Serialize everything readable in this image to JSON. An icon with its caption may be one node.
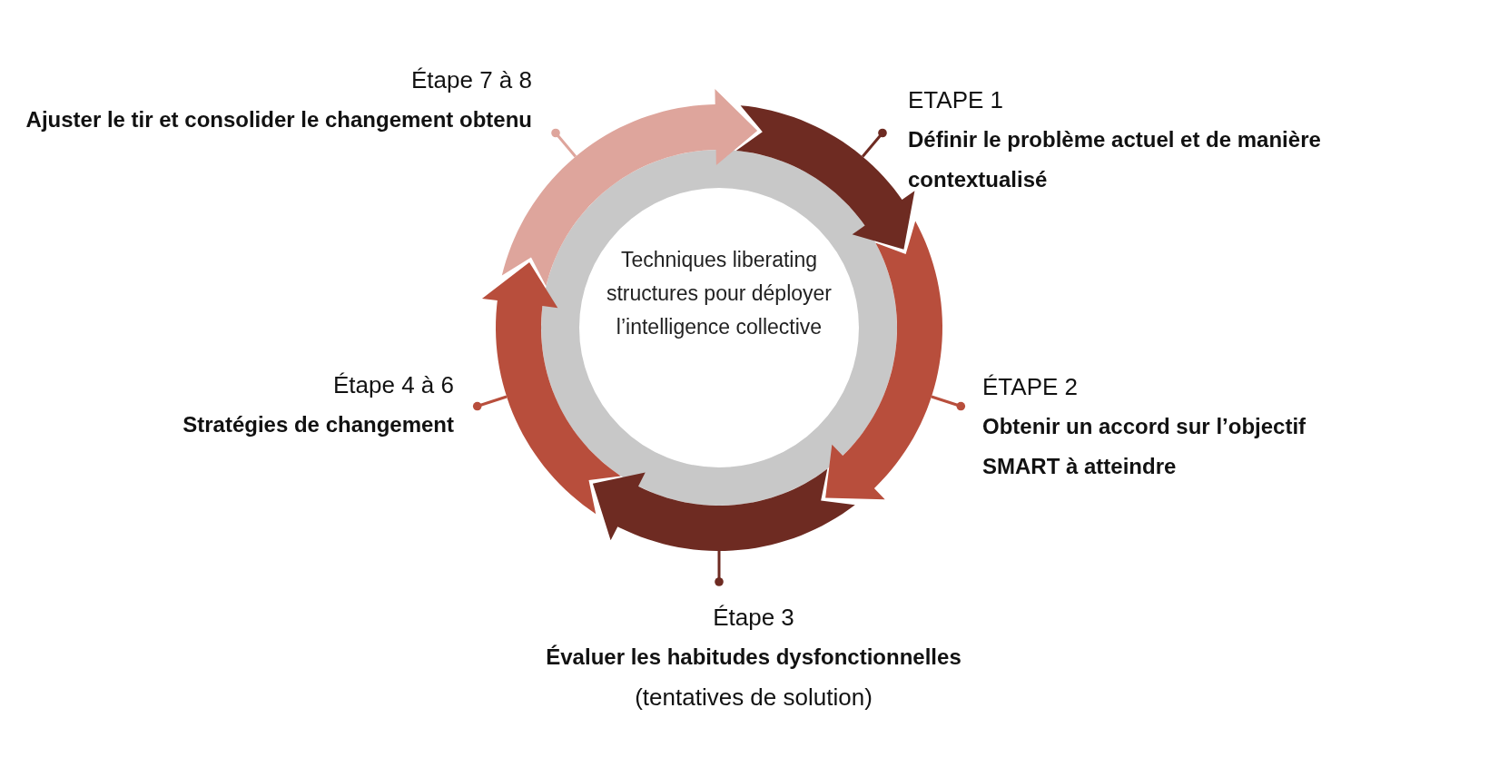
{
  "diagram": {
    "nodes": [
      {
        "text": [
          "Techniques liberating structures pour déployer l’intelligence collective"
        ]
      },
      {
        "text": [
          "Étape 7 à 8",
          "Ajuster le tir et consolider le changement obtenu"
        ]
      },
      {
        "text": [
          "ETAPE 1",
          "Définir le problème actuel et de manière contextualisé"
        ]
      },
      {
        "text": [
          "ÉTAPE 2",
          "Obtenir un accord sur l’objectif SMART à atteindre"
        ]
      },
      {
        "text": [
          "Étape 4 à 6",
          "Stratégies de changement"
        ]
      },
      {
        "text": [
          "Étape 3",
          "Évaluer les habitudes dysfonctionnelles",
          "(tentatives de solution)"
        ]
      },
      {
        "text": [],
        "shape": "arrow"
      },
      {
        "text": [],
        "shape": "arrow"
      },
      {
        "text": [],
        "shape": "arrow"
      },
      {
        "text": [],
        "shape": "arrow"
      },
      {
        "text": [],
        "shape": "arrow"
      }
    ],
    "edges": [
      {
        "from": 1,
        "to": 7,
        "arrow": "other",
        "color": "#dea59c"
      },
      {
        "from": 2,
        "to": 9,
        "arrow": "other",
        "color": "#6e2b22"
      },
      {
        "from": 3,
        "to": 10,
        "arrow": "other",
        "color": "#b84e3c"
      },
      {
        "from": 4,
        "to": 6,
        "arrow": "other",
        "color": "#b84e3c"
      },
      {
        "from": 5,
        "to": 8,
        "arrow": "other",
        "color": "#6e2b22"
      }
    ]
  }
}
